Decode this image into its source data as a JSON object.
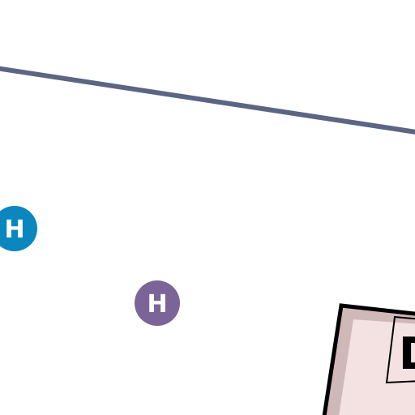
{
  "map": {
    "colors": {
      "background": "#ffffff",
      "route_line": "#5b6584",
      "marker_blue": "#0a87bf",
      "marker_purple": "#7b6497",
      "building_fill": "#f4e2e2",
      "building_shadow": "#cfb8b8",
      "building_outline": "#000000",
      "marker_text": "#ffffff"
    },
    "route_line": {
      "type": "road"
    },
    "markers": [
      {
        "label": "H",
        "icon": "hospital-marker-icon",
        "color": "#0a87bf"
      },
      {
        "label": "H",
        "icon": "hospital-marker-icon",
        "color": "#7b6497"
      }
    ],
    "building": {
      "sign_label": "D"
    }
  }
}
